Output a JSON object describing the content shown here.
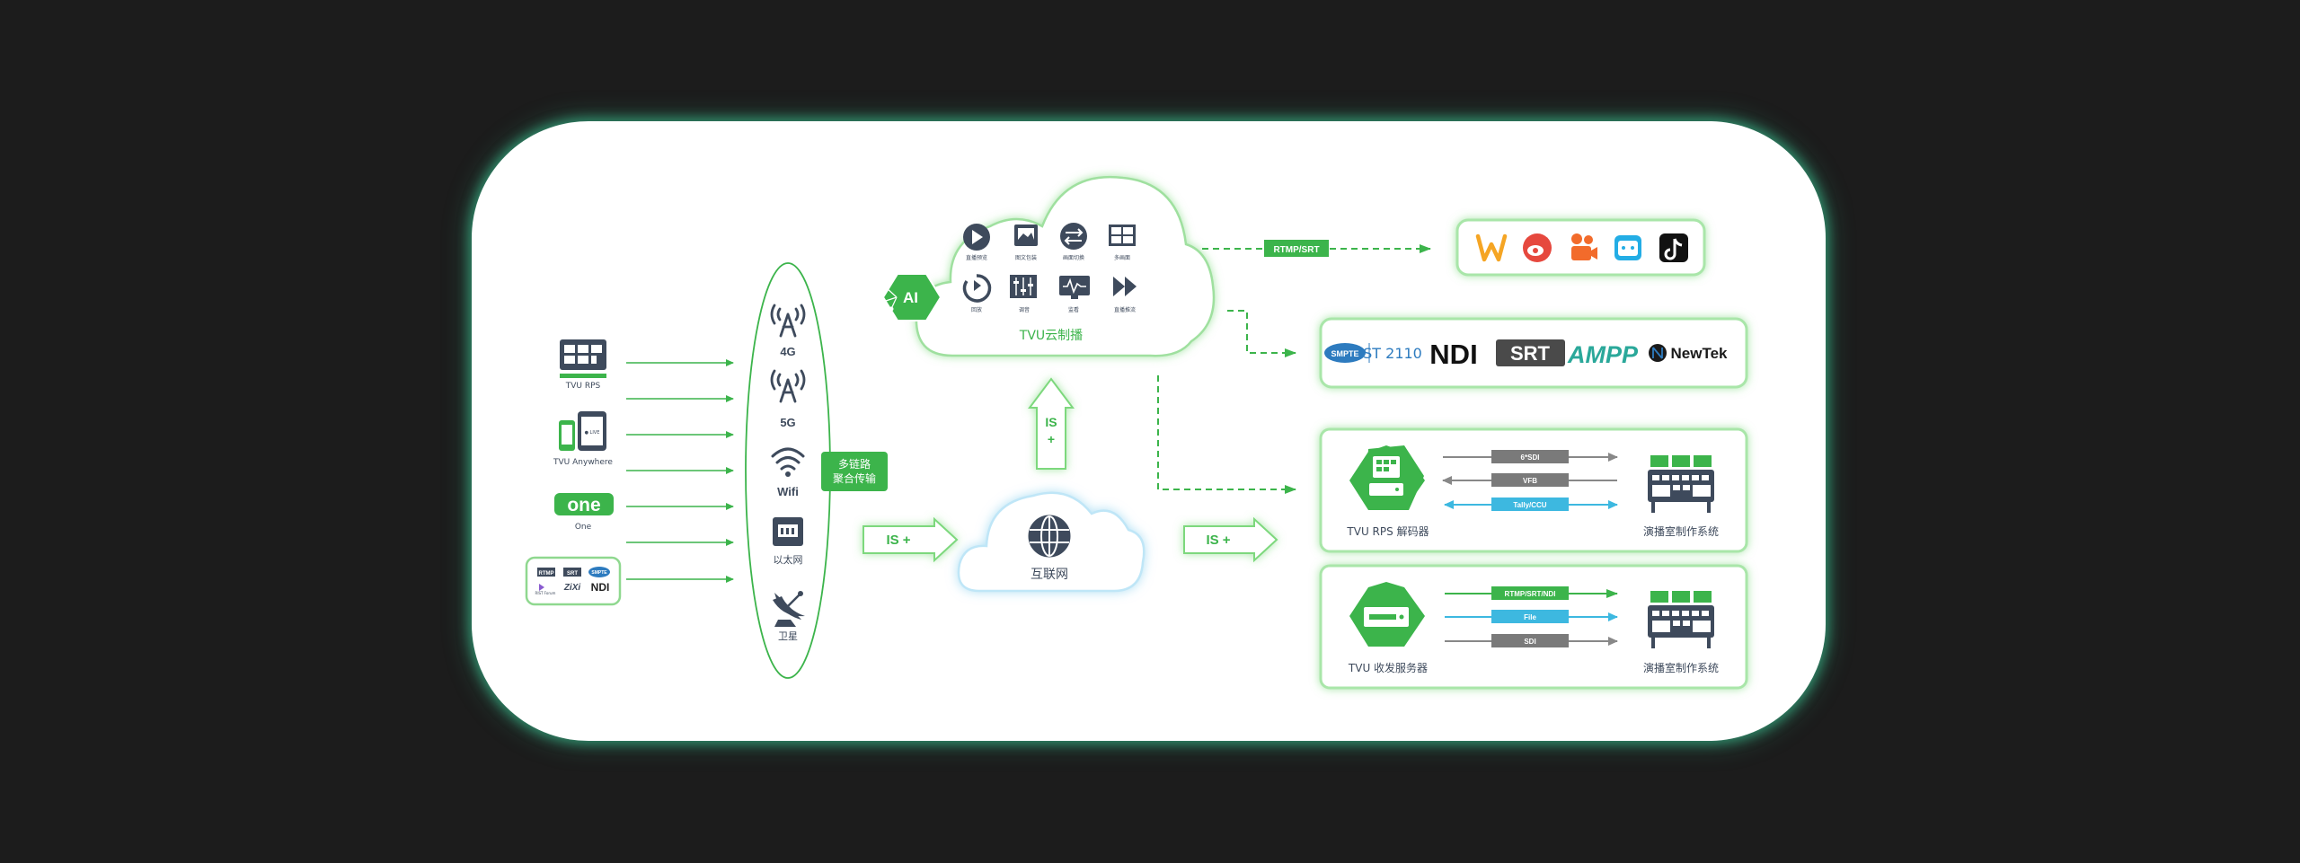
{
  "colors": {
    "background": "#1c1c1c",
    "green": "#3cb44b",
    "dark_green": "#2f9e44",
    "slate": "#3e4a5c",
    "gray": "#888888",
    "blue": "#3db8e0",
    "white": "#ffffff"
  },
  "sources": {
    "rps_label": "TVU RPS",
    "anywhere_label": "TVU Anywhere",
    "anywhere_screen": "● LIVE",
    "one_logo": "one",
    "one_label": "One",
    "proto_rtmp": "RTMP",
    "proto_srt": "SRT",
    "proto_ndi": "NDI",
    "proto_zixi": "ZiXi",
    "proto_smpte": "SMPTE",
    "proto_rist": "RIST Forum"
  },
  "links": {
    "4g": "4G",
    "5g": "5G",
    "wifi": "Wifi",
    "ethernet": "以太网",
    "satellite": "卫星",
    "bonding_line1": "多链路",
    "bonding_line2": "聚合传输"
  },
  "protocol_arrows": {
    "left": "IS +",
    "up_line1": "IS",
    "up_line2": "+",
    "right": "IS +"
  },
  "internet": {
    "label": "互联网"
  },
  "cloud": {
    "ai_badge": "AI",
    "title": "TVU云制播",
    "features": [
      {
        "icon": "play-icon",
        "label": "直播预览"
      },
      {
        "icon": "graphics-icon",
        "label": "图文包装"
      },
      {
        "icon": "switch-icon",
        "label": "画面切换"
      },
      {
        "icon": "multiview-icon",
        "label": "多画面"
      },
      {
        "icon": "replay-icon",
        "label": "回放"
      },
      {
        "icon": "mixer-icon",
        "label": "调音"
      },
      {
        "icon": "monitor-icon",
        "label": "监看"
      },
      {
        "icon": "fast-forward-icon",
        "label": "直播推流"
      }
    ]
  },
  "outputs": {
    "stream_protocol": "RTMP/SRT",
    "pro_logos": {
      "smpte": "SMPTE",
      "st2110": "ST 2110",
      "ndi": "NDI",
      "srt": "SRT",
      "ampp": "AMPP",
      "newtek": "NewTek"
    },
    "decoder": {
      "label": "TVU RPS 解码器",
      "signals": [
        "6*SDI",
        "VFB",
        "Tally/CCU"
      ],
      "studio_label": "演播室制作系统"
    },
    "server": {
      "label": "TVU 收发服务器",
      "signals": [
        "RTMP/SRT/NDI",
        "File",
        "SDI"
      ],
      "studio_label": "演播室制作系统"
    }
  }
}
